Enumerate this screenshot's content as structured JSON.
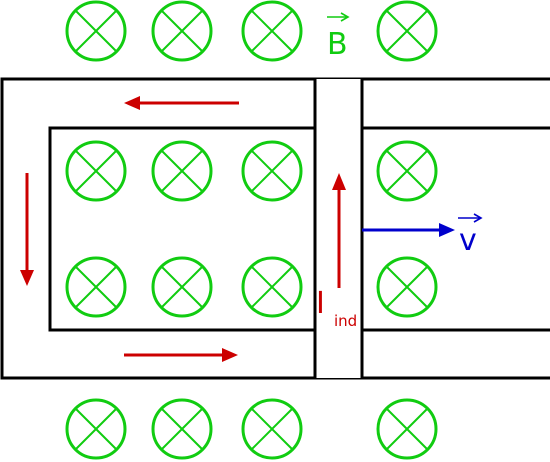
{
  "colors": {
    "field": "#11cc11",
    "current": "#cc0000",
    "velocity": "#0000cc",
    "rail": "#000000"
  },
  "labels": {
    "field_symbol": "B",
    "velocity_symbol": "v",
    "current_symbol": "I",
    "current_subscript": "ind"
  },
  "icons": {
    "field_marker": "field-into-page-icon",
    "arrow": "arrow-icon"
  },
  "field_grid": {
    "direction": "into-page",
    "rows": 4,
    "columns": 4
  },
  "current_direction": "counterclockwise",
  "rod_motion": "right"
}
